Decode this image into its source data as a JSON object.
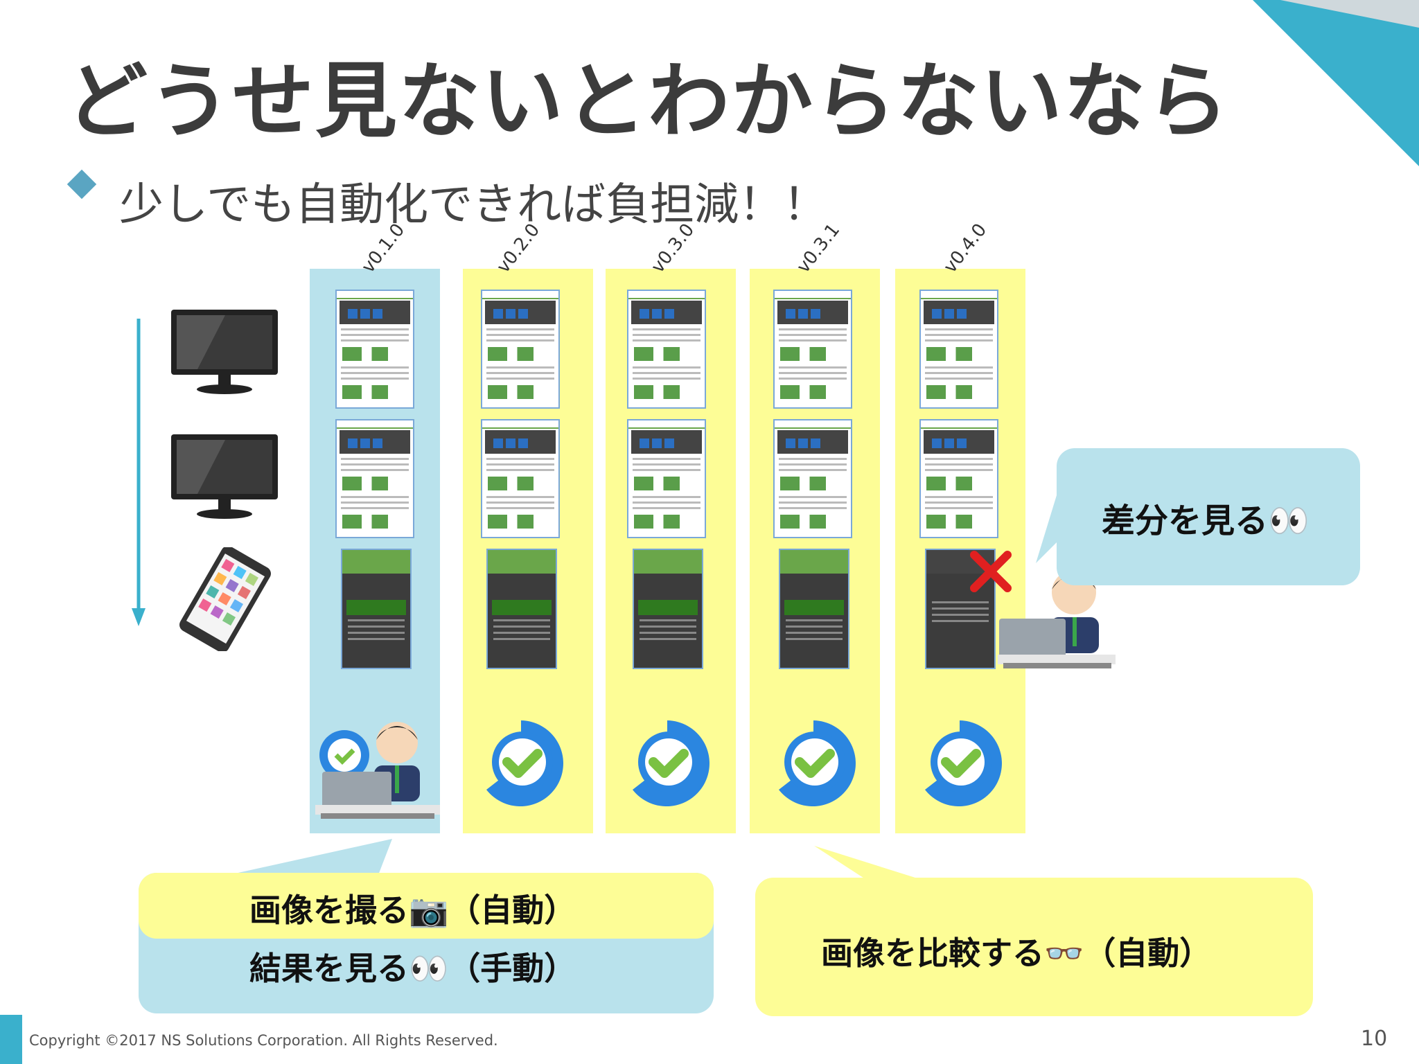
{
  "title": "どうせ見ないとわからないなら",
  "bullet": "少しでも自動化できれば負担減！！",
  "versions": [
    "v0.1.0",
    "v0.2.0",
    "v0.3.0",
    "v0.3.1",
    "v0.4.0"
  ],
  "callouts": {
    "capture": "画像を撮る📷（自動）",
    "review": "結果を見る👀（手動）",
    "compare": "画像を比較する👓（自動）",
    "diff": "差分を見る👀"
  },
  "footer": {
    "copyright": "Copyright ©2017 NS Solutions Corporation. All Rights Reserved.",
    "page": "10"
  },
  "colors": {
    "accent": "#3ab0cc",
    "bubble_blue": "#b9e2ec",
    "bubble_yellow": "#fdfd96",
    "check_green": "#7ac142",
    "logo_blue": "#2b86e0",
    "error_red": "#e02020"
  }
}
